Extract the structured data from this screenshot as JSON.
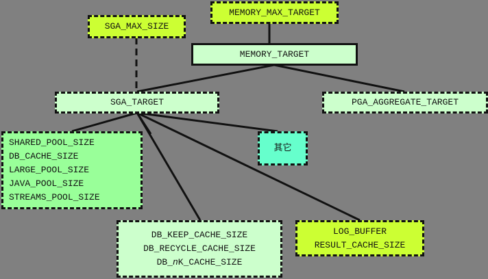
{
  "colors": {
    "background": "#808080",
    "yellow_green": "#ccff33",
    "pale_green": "#ccffcc",
    "green": "#99ff99",
    "aqua": "#66ffcc"
  },
  "nodes": {
    "memory_max_target": "MEMORY_MAX_TARGET",
    "sga_max_size": "SGA_MAX_SIZE",
    "memory_target": "MEMORY_TARGET",
    "sga_target": "SGA_TARGET",
    "pga_aggregate_target": "PGA_AGGREGATE_TARGET",
    "auto_pools": [
      "SHARED_POOL_SIZE",
      "DB_CACHE_SIZE",
      "LARGE_POOL_SIZE",
      "JAVA_POOL_SIZE",
      "STREAMS_POOL_SIZE"
    ],
    "other": "其它",
    "cache_sizes": [
      "DB_KEEP_CACHE_SIZE",
      "DB_RECYCLE_CACHE_SIZE"
    ],
    "nk_prefix": "DB_",
    "nk_italic": "n",
    "nk_suffix": "K_CACHE_SIZE",
    "log": [
      "LOG_BUFFER",
      "RESULT_CACHE_SIZE"
    ]
  }
}
